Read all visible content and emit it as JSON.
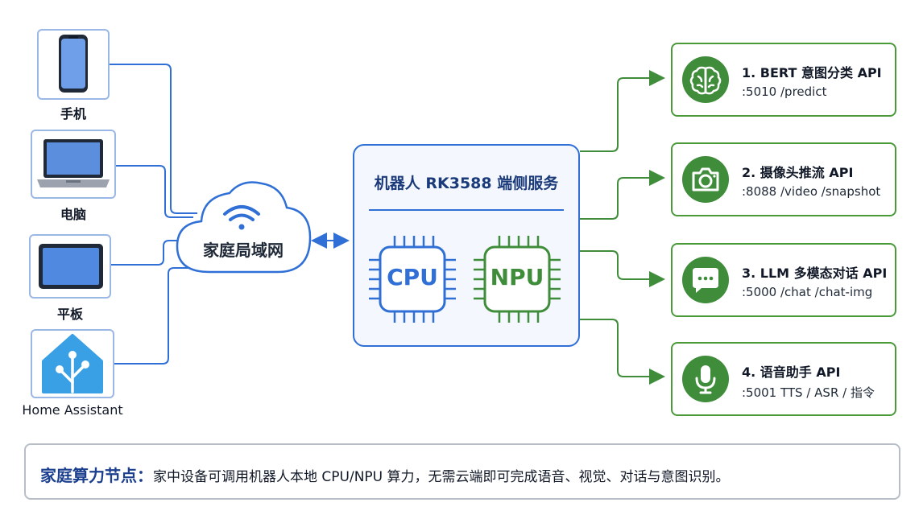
{
  "devices": [
    {
      "id": "phone",
      "label": "手机",
      "icon": "smartphone-icon"
    },
    {
      "id": "laptop",
      "label": "电脑",
      "icon": "laptop-icon"
    },
    {
      "id": "tablet",
      "label": "平板",
      "icon": "tablet-icon"
    },
    {
      "id": "home-assistant",
      "label": "Home Assistant",
      "icon": "home-assistant-icon"
    }
  ],
  "network": {
    "label": "家庭局域网",
    "icon": "wifi-icon"
  },
  "server": {
    "title": "机器人 RK3588 端侧服务",
    "chips": [
      {
        "label": "CPU",
        "color": "#2f6fd6"
      },
      {
        "label": "NPU",
        "color": "#3f8d3a"
      }
    ]
  },
  "apis": [
    {
      "title": "1. BERT 意图分类 API",
      "endpoint": ":5010 /predict",
      "icon": "brain-icon"
    },
    {
      "title": "2. 摄像头推流 API",
      "endpoint": ":8088 /video /snapshot",
      "icon": "camera-icon"
    },
    {
      "title": "3. LLM 多模态对话 API",
      "endpoint": ":5000 /chat /chat-img",
      "icon": "chat-bubble-icon"
    },
    {
      "title": "4. 语音助手 API",
      "endpoint": ":5001 TTS / ASR / 指令",
      "icon": "microphone-icon"
    }
  ],
  "footer": {
    "label": "家庭算力节点：",
    "text": "家中设备可调用机器人本地 CPU/NPU 算力，无需云端即可完成语音、视觉、对话与意图识别。"
  },
  "colors": {
    "blue": "#2f6fd6",
    "green": "#3f8d3a",
    "navy": "#1b3a7a"
  }
}
